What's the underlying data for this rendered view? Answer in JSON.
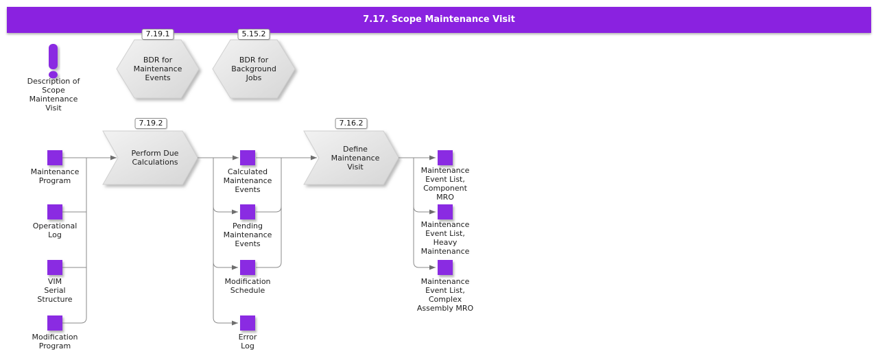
{
  "title": "7.17. Scope Maintenance Visit",
  "colors": {
    "accent_purple": "#8A2BE2",
    "titlebar_purple": "#8A22E0",
    "shape_gray_light": "#F2F2F2",
    "shape_gray_dark": "#D6D6D6",
    "line_gray": "#8a8a8a"
  },
  "note": {
    "icon": "exclamation-icon",
    "label": "Description of\nScope\nMaintenance\nVisit"
  },
  "references": [
    {
      "id": "7.19.1",
      "label": "BDR for\nMaintenance\nEvents"
    },
    {
      "id": "5.15.2",
      "label": "BDR for\nBackground\nJobs"
    }
  ],
  "processes": [
    {
      "id": "7.19.2",
      "label": "Perform Due\nCalculations"
    },
    {
      "id": "7.16.2",
      "label": "Define\nMaintenance\nVisit"
    }
  ],
  "inputs": [
    {
      "label": "Maintenance\nProgram"
    },
    {
      "label": "Operational\nLog"
    },
    {
      "label": "VIM\nSerial\nStructure"
    },
    {
      "label": "Modification\nProgram"
    }
  ],
  "intermediates": [
    {
      "label": "Calculated\nMaintenance\nEvents"
    },
    {
      "label": "Pending\nMaintenance\nEvents"
    },
    {
      "label": "Modification\nSchedule"
    },
    {
      "label": "Error\nLog"
    }
  ],
  "outputs": [
    {
      "label": "Maintenance\nEvent List,\nComponent\nMRO"
    },
    {
      "label": "Maintenance\nEvent List,\nHeavy\nMaintenance"
    },
    {
      "label": "Maintenance\nEvent List,\nComplex\nAssembly MRO"
    }
  ]
}
